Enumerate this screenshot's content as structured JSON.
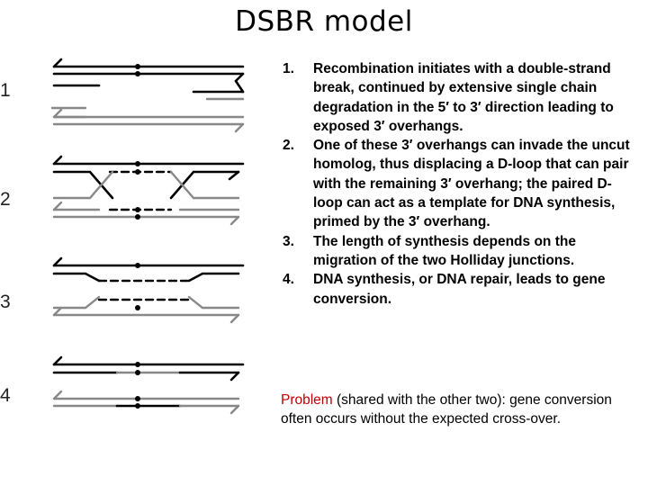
{
  "title": "DSBR model",
  "diagram": {
    "stage_numbers": [
      "1",
      "2",
      "3",
      "4"
    ]
  },
  "steps": [
    {
      "num": "1.",
      "text": "Recombination initiates with a double-strand break, continued by extensive single chain degradation in the 5′ to 3′ direction leading to exposed 3′ overhangs."
    },
    {
      "num": "2.",
      "text": "One of these 3′ overhangs can invade the uncut homolog, thus displacing a D-loop that can pair with the remaining 3′ overhang; the paired D-loop can act as a template for DNA synthesis, primed by the 3′ overhang."
    },
    {
      "num": "3.",
      "text": "The length of synthesis depends on the migration of the two Holliday junctions."
    },
    {
      "num": "4.",
      "text": "DNA synthesis, or DNA repair, leads to gene conversion."
    }
  ],
  "problem": {
    "label": "Problem",
    "text": " (shared with the other two): gene conversion often occurs without the expected cross-over."
  }
}
